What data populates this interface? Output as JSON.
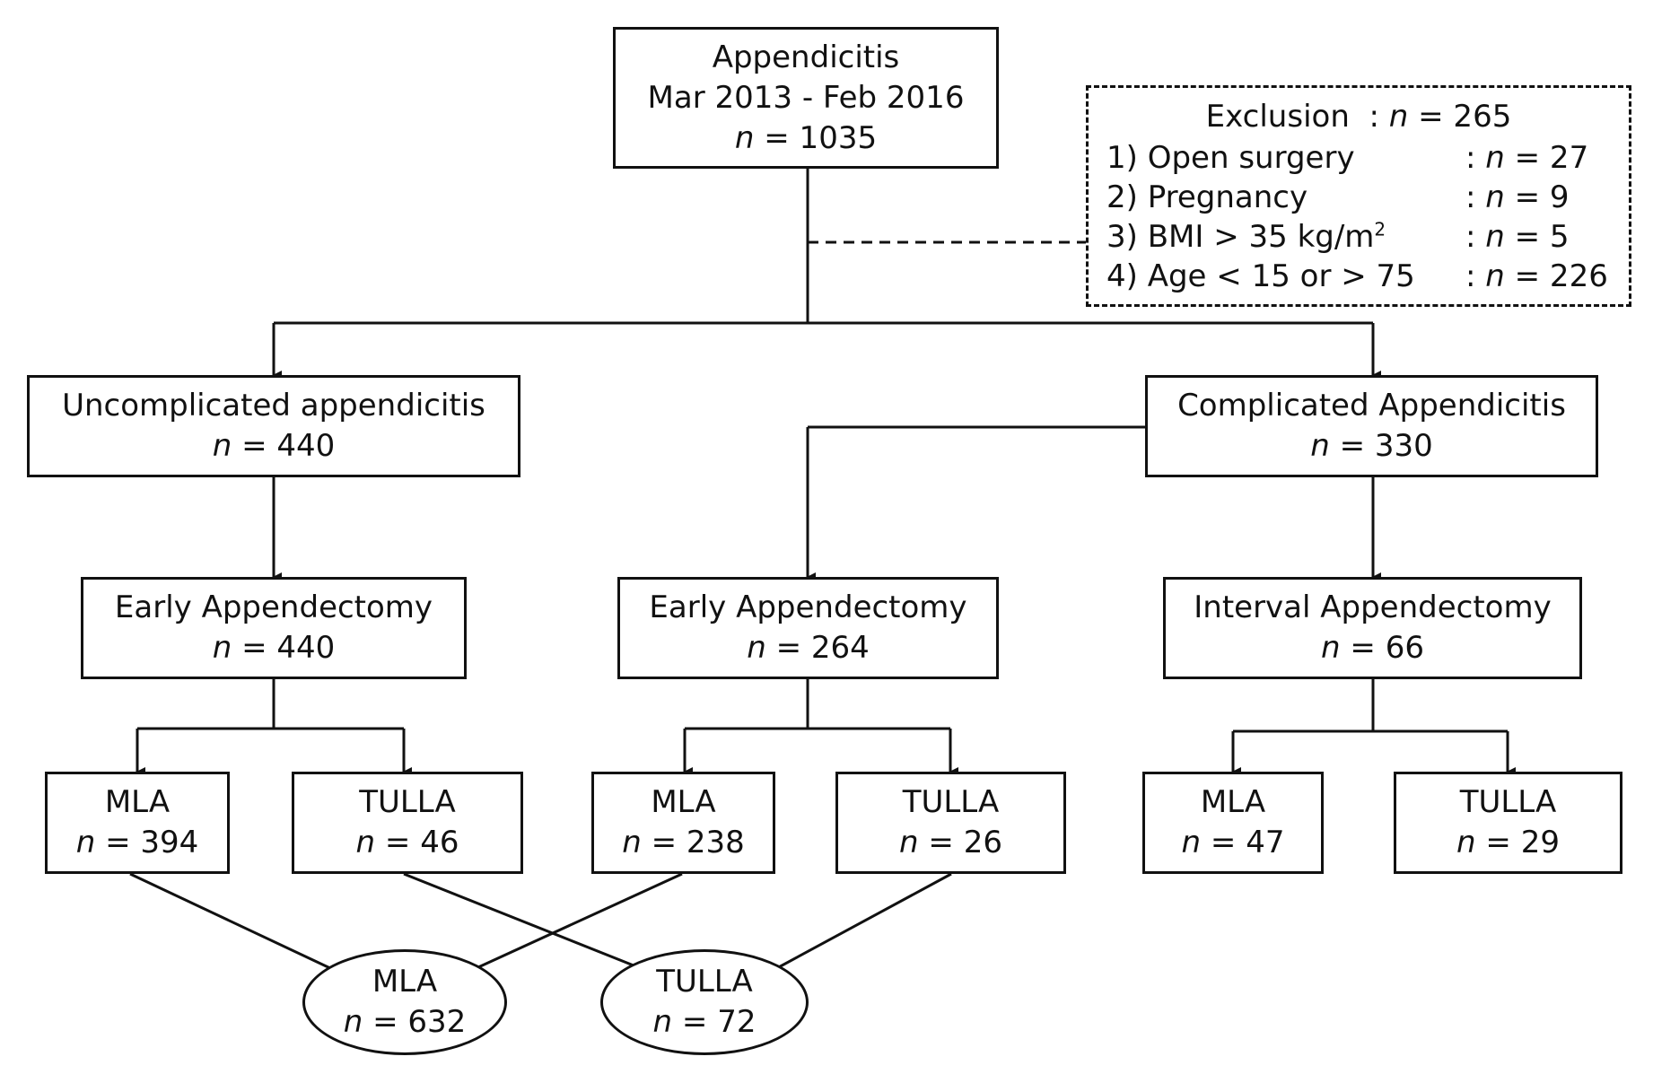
{
  "top": {
    "title": "Appendicitis",
    "period": "Mar 2013 - Feb 2016",
    "n_label": "n",
    "n_value": "= 1035"
  },
  "exclusion": {
    "title": "Exclusion",
    "n_label": "n",
    "n_value": "= 265",
    "items": [
      {
        "label": "1) Open surgery",
        "n_label": "n",
        "n_value": "= 27"
      },
      {
        "label": "2) Pregnancy",
        "n_label": "n",
        "n_value": "= 9"
      },
      {
        "label": "3) BMI > 35 kg/m",
        "superscript": "2",
        "n_label": "n",
        "n_value": "= 5"
      },
      {
        "label": "4) Age < 15 or > 75",
        "n_label": "n",
        "n_value": "= 226"
      }
    ]
  },
  "uncomplicated": {
    "title": "Uncomplicated appendicitis",
    "n_label": "n",
    "n_value": "= 440"
  },
  "complicated": {
    "title": "Complicated Appendicitis",
    "n_label": "n",
    "n_value": "= 330"
  },
  "early_uncomp": {
    "title": "Early Appendectomy",
    "n_label": "n",
    "n_value": "= 440"
  },
  "early_comp": {
    "title": "Early Appendectomy",
    "n_label": "n",
    "n_value": "= 264"
  },
  "interval": {
    "title": "Interval Appendectomy",
    "n_label": "n",
    "n_value": "= 66"
  },
  "leaves": [
    {
      "title": "MLA",
      "n_label": "n",
      "n_value": "= 394"
    },
    {
      "title": "TULLA",
      "n_label": "n",
      "n_value": "= 46"
    },
    {
      "title": "MLA",
      "n_label": "n",
      "n_value": "= 238"
    },
    {
      "title": "TULLA",
      "n_label": "n",
      "n_value": "= 26"
    },
    {
      "title": "MLA",
      "n_label": "n",
      "n_value": "= 47"
    },
    {
      "title": "TULLA",
      "n_label": "n",
      "n_value": "= 29"
    }
  ],
  "totals": [
    {
      "title": "MLA",
      "n_label": "n",
      "n_value": "= 632"
    },
    {
      "title": "TULLA",
      "n_label": "n",
      "n_value": "= 72"
    }
  ]
}
